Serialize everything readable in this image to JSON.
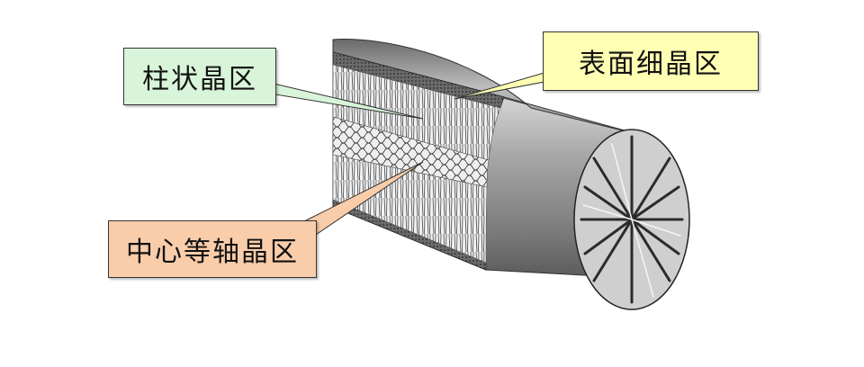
{
  "labels": {
    "columnar_zone": "柱状晶区",
    "surface_fine_zone": "表面细晶区",
    "central_equiaxed_zone": "中心等轴晶区"
  },
  "colors": {
    "columnar_box": "#D9F5D9",
    "surface_box": "#FFFFB3",
    "equiaxed_box": "#F9CDAA",
    "cylinder_shell": "#9A9A9A",
    "end_face": "#C8C8C8",
    "outline": "#222222"
  }
}
